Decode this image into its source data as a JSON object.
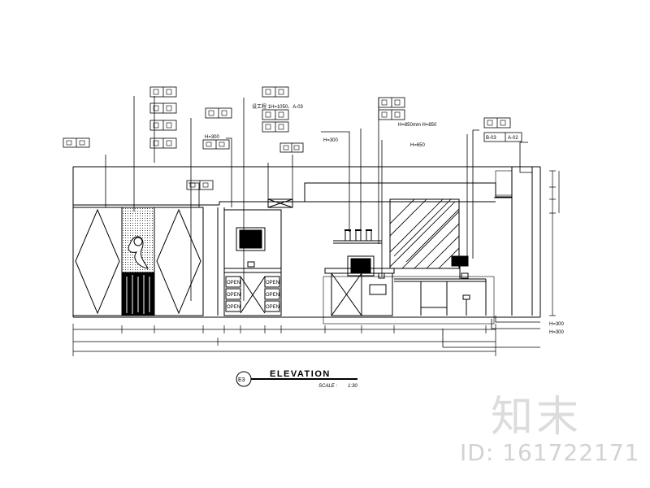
{
  "drawing": {
    "title": "ELEVATION",
    "scale_label": "SCALE :",
    "scale_value": "1:30",
    "view_tag": "E3",
    "open_label": "OPEN",
    "callouts": {
      "h1050": "设工程 1H=1050、A-03",
      "h300_left": "H=300",
      "h850": "H=850mm H=850",
      "h650": "H=650",
      "h300_center": "H=300",
      "b03": "B-03",
      "a02": "A-02",
      "h300_right": "H=300",
      "h300_right2": "H=300"
    }
  },
  "watermark": {
    "logo_text": "知末",
    "id_text": "ID: 161722171"
  }
}
